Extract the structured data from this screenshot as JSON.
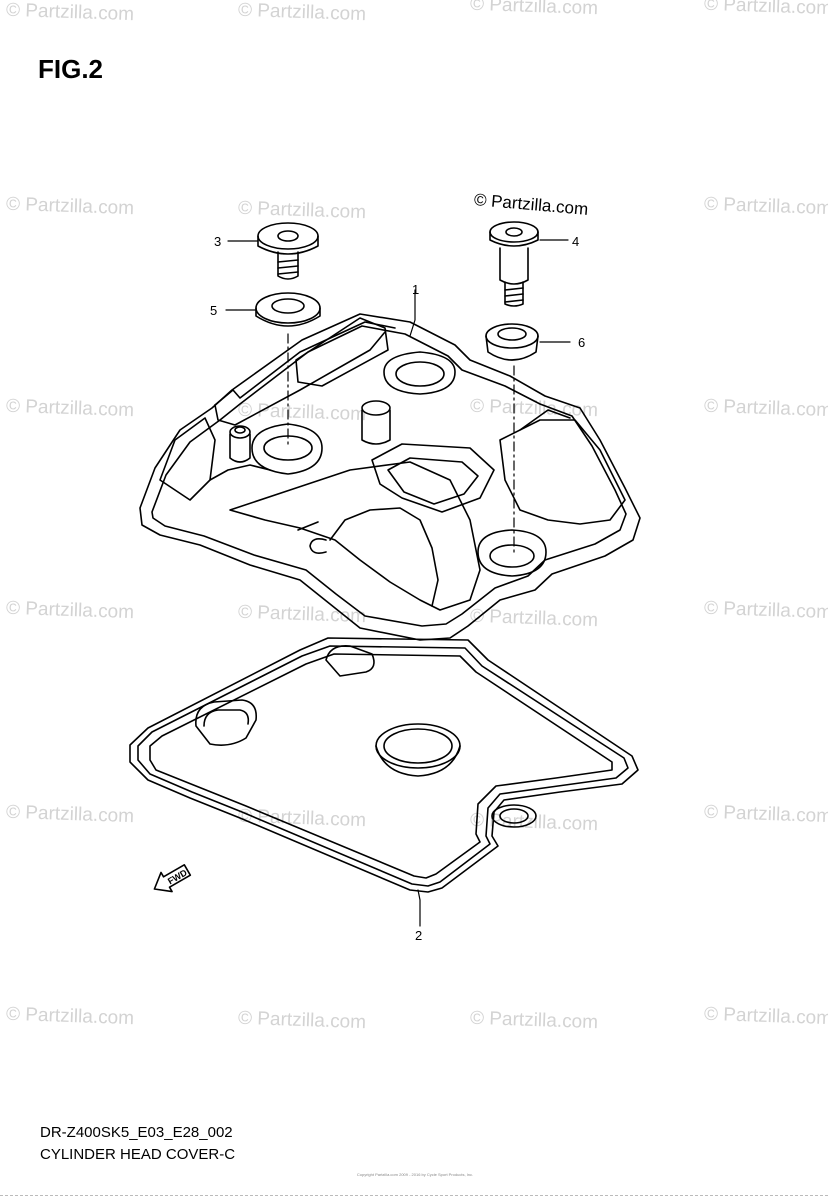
{
  "figure": {
    "title": "FIG.2",
    "model_code": "DR-Z400SK5_E03_E28_002",
    "section_name": "CYLINDER HEAD COVER-C",
    "credit": "© Partzilla.com",
    "fine_print": "Copyright Partzilla.com 2009 - 2016 by Cycle Sport Products, Inc."
  },
  "watermark": {
    "text": "© Partzilla.com"
  },
  "callouts": [
    {
      "id": "1",
      "label": "1"
    },
    {
      "id": "2",
      "label": "2"
    },
    {
      "id": "3",
      "label": "3"
    },
    {
      "id": "4",
      "label": "4"
    },
    {
      "id": "5",
      "label": "5"
    },
    {
      "id": "6",
      "label": "6"
    }
  ],
  "direction_marker": {
    "label": "FWD"
  }
}
